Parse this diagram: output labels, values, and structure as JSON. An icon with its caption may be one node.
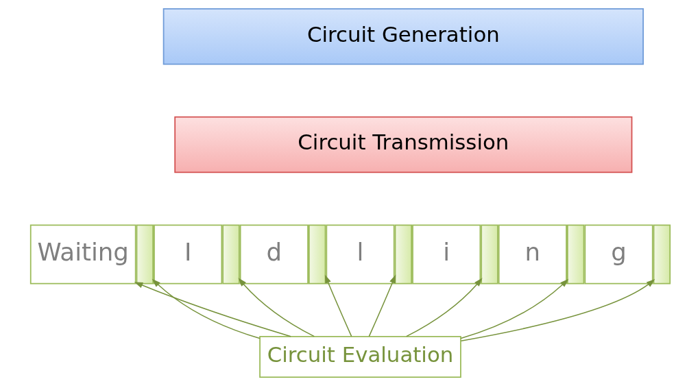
{
  "diagram": {
    "nodes": [
      {
        "text": [
          "Circuit Generation"
        ]
      },
      {
        "text": [
          "Circuit Transmission"
        ]
      },
      {
        "text": [
          "Waiting"
        ]
      },
      {
        "text": [],
        "shape": "bar"
      },
      {
        "text": [
          "I"
        ]
      },
      {
        "text": [],
        "shape": "bar"
      },
      {
        "text": [
          "d"
        ]
      },
      {
        "text": [],
        "shape": "bar"
      },
      {
        "text": [
          "l"
        ]
      },
      {
        "text": [],
        "shape": "bar"
      },
      {
        "text": [
          "i"
        ]
      },
      {
        "text": [],
        "shape": "bar"
      },
      {
        "text": [
          "n"
        ]
      },
      {
        "text": [],
        "shape": "bar"
      },
      {
        "text": [
          "g"
        ]
      },
      {
        "text": [],
        "shape": "bar"
      },
      {
        "text": [
          "Circuit Evaluation"
        ]
      }
    ],
    "edges": [
      {
        "from": 16,
        "to": 2,
        "arrow": "to"
      },
      {
        "from": 16,
        "to": 3,
        "arrow": "to"
      },
      {
        "from": 16,
        "to": 5,
        "arrow": "to"
      },
      {
        "from": 16,
        "to": 7,
        "arrow": "to"
      },
      {
        "from": 16,
        "to": 9,
        "arrow": "to"
      },
      {
        "from": 16,
        "to": 11,
        "arrow": "to"
      },
      {
        "from": 16,
        "to": 13,
        "arrow": "to"
      },
      {
        "from": 16,
        "to": 15,
        "arrow": "to"
      }
    ]
  }
}
